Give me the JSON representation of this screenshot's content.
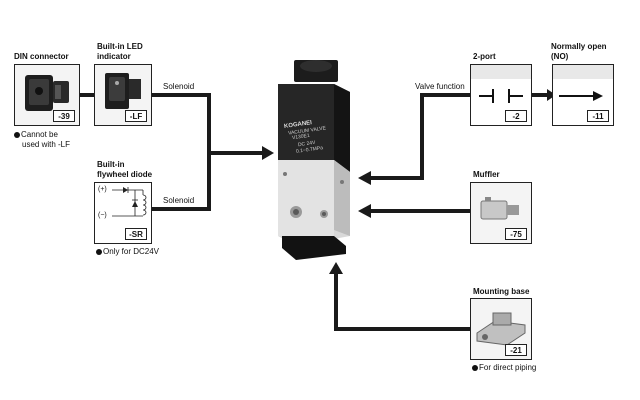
{
  "din_connector": {
    "title": "DIN connector",
    "code": "-39",
    "note": "Cannot be",
    "note2": "used with -LF"
  },
  "led_indicator": {
    "title_line1": "Built-in LED",
    "title_line2": "indicator",
    "code": "-LF"
  },
  "flywheel_diode": {
    "title_line1": "Built-in",
    "title_line2": "flywheel diode",
    "code": "-SR",
    "plus": "(+)",
    "minus": "(−)",
    "note": "Only for DC24V"
  },
  "solenoid_label_1": "Solenoid",
  "solenoid_label_2": "Solenoid",
  "valve_function_label": "Valve function",
  "two_port": {
    "title": "2-port",
    "code": "-2"
  },
  "normally_open": {
    "title_line1": "Normally open",
    "title_line2": "(NO)",
    "code": "-11"
  },
  "muffler": {
    "title": "Muffler",
    "code": "-75"
  },
  "mounting_base": {
    "title": "Mounting base",
    "code": "-21",
    "note": "For direct piping"
  },
  "valve_body": {
    "brand": "KOGANEI",
    "line1": "VACUUM VALVE",
    "line2": "V130E1",
    "line3": "DC 24V",
    "line4": "0.1~0.7MPa"
  },
  "colors": {
    "line": "#1a1a1a",
    "box_bg": "#f4f4f4",
    "valve_black": "#1c1c1c",
    "valve_grey": "#d9d9d9"
  }
}
